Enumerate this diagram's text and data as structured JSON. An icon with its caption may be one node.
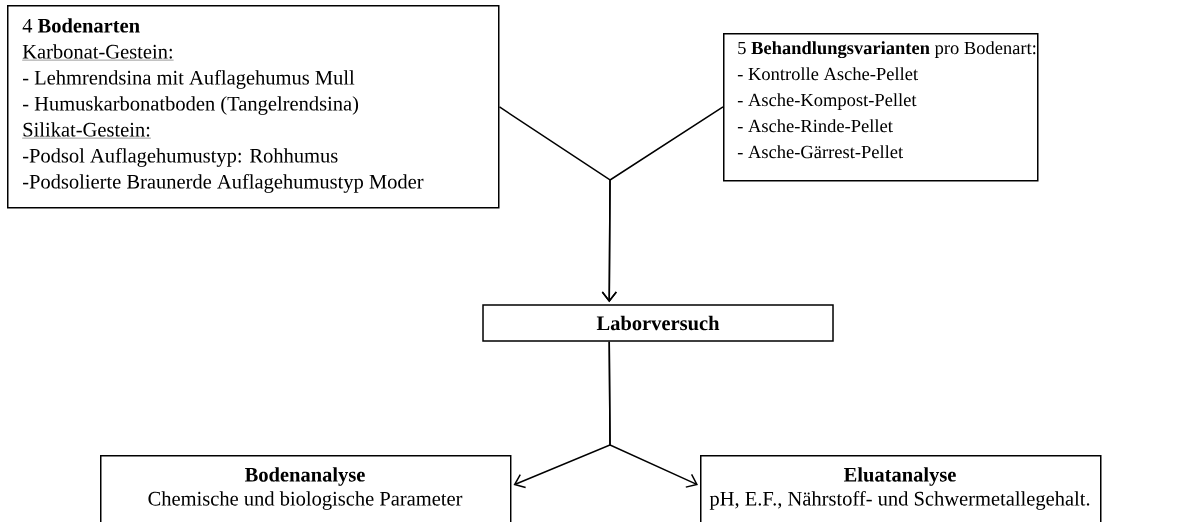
{
  "diagram": {
    "nodes": [
      {
        "text": [
          "4 **Bodenarten**",
          "Karbonat-Gestein:",
          "-  Lehmrendsina  mit Auflagehumus Mull",
          "-  Humuskarbonatboden  (Tangelrendsina)",
          "Silikat-Gestein:",
          "-Podsol Auflagehumustyp: Rohhumus",
          "-Podsolierte Braunerde Auflagehumustyp Moder"
        ]
      },
      {
        "text": [
          "5 **Behandlungsvarianten** pro Bodenart:",
          "- Kontrolle Asche-Pellet",
          "- Asche-Kompost-Pellet",
          "- Asche-Rinde-Pellet",
          "- Asche-Gärrest-Pellet"
        ]
      },
      {
        "text": [
          "Laborversuch"
        ]
      },
      {
        "text": [
          "Bodenanalyse",
          "Chemische und biologische Parameter"
        ]
      },
      {
        "text": [
          "Eluatanalyse",
          "pH, E.F., Nährstoff- und Schwermetallegehalt."
        ]
      }
    ],
    "edges": [
      {
        "from": 0,
        "to": 2,
        "arrow": "to"
      },
      {
        "from": 1,
        "to": 2,
        "arrow": "to"
      },
      {
        "from": 2,
        "to": 3,
        "arrow": "to"
      },
      {
        "from": 2,
        "to": 4,
        "arrow": "to"
      }
    ]
  }
}
